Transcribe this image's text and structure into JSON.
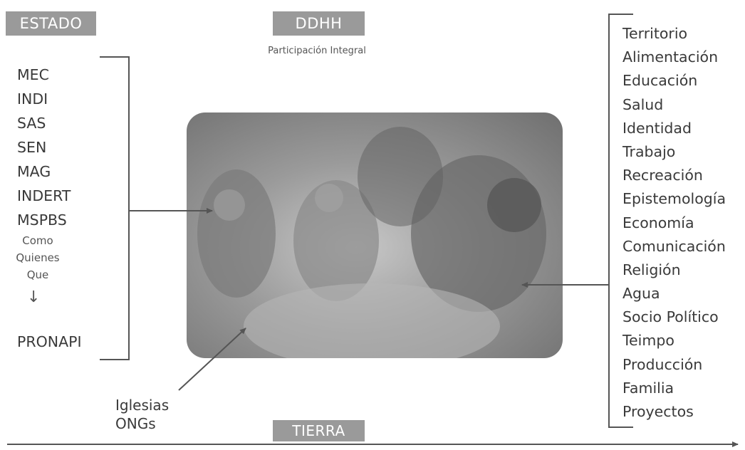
{
  "labels": {
    "estado": "ESTADO",
    "ddhh": "DDHH",
    "subtitle": "Participación Integral",
    "tierra": "TIERRA"
  },
  "state_institutions": [
    "MEC",
    "INDI",
    "SAS",
    "SEN",
    "MAG",
    "INDERT",
    "MSPBS"
  ],
  "state_questions": [
    "Como",
    "Quienes",
    "Que"
  ],
  "state_arrow": "↓",
  "state_result": "PRONAPI",
  "rights": [
    "Territorio",
    "Alimentación",
    "Educación",
    "Salud",
    "Identidad",
    "Trabajo",
    "Recreación",
    "Epistemología",
    "Economía",
    "Comunicación",
    "Religión",
    "Agua",
    "Socio Político",
    "Teimpo",
    "Producción",
    "Familia",
    "Proyectos"
  ],
  "others": [
    "Iglesias",
    "ONGs"
  ],
  "colors": {
    "tag_bg": "#9a9a9a",
    "tag_text": "#ffffff",
    "line": "#555555",
    "text": "#3a3a3a"
  }
}
